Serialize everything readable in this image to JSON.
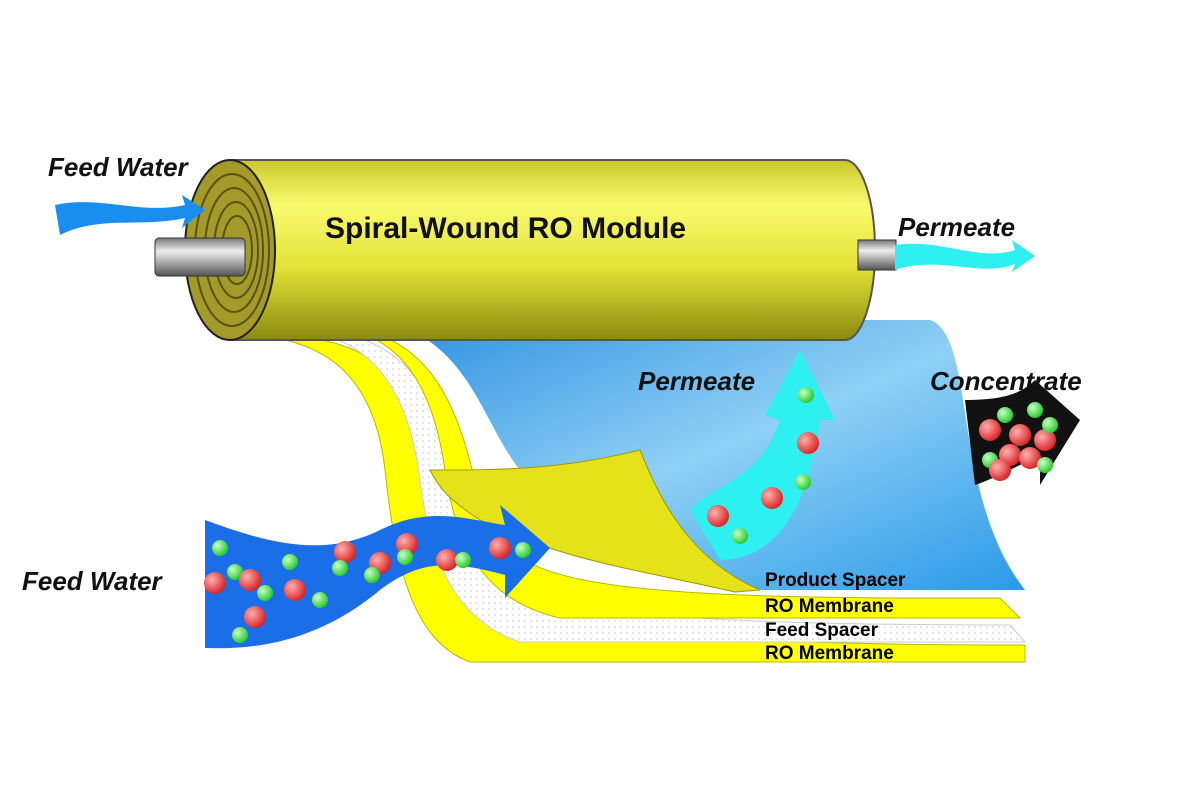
{
  "title": "Spiral-Wound RO Module",
  "labels": {
    "feed_water_top": "Feed Water",
    "feed_water_bottom": "Feed Water",
    "permeate_top": "Permeate",
    "permeate_middle": "Permeate",
    "concentrate": "Concentrate"
  },
  "layers": [
    "Product Spacer",
    "RO Membrane",
    "Feed Spacer",
    "RO Membrane"
  ],
  "colors": {
    "module": "#e8e83a",
    "feed_arrow": "#1a6fe8",
    "permeate_arrow": "#2ef0f0",
    "membrane": "#ffff00",
    "product_spacer": "#3aa0e6",
    "ion_red": "#e83a3a",
    "ion_green": "#3ae83a"
  }
}
